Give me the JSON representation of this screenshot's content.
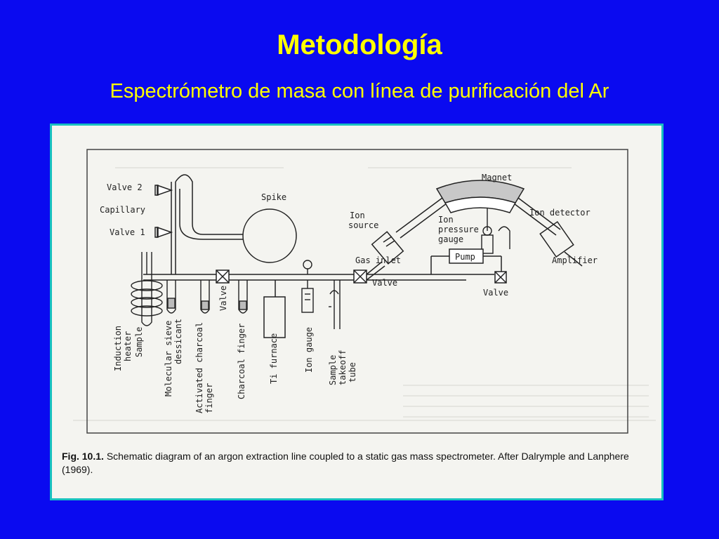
{
  "slide": {
    "title": "Metodología",
    "subtitle": "Espectrómetro de masa con línea de purificación del Ar"
  },
  "figure": {
    "caption_label": "Fig. 10.1.",
    "caption_text": "Schematic diagram of an argon extraction line coupled to a static gas mass spectrometer. After Dalrymple and Lanphere (1969).",
    "labels": {
      "valve2": "Valve 2",
      "capillary": "Capillary",
      "valve1": "Valve 1",
      "spike": "Spike",
      "magnet": "Magnet",
      "ion_source_1": "Ion",
      "ion_source_2": "source",
      "ion_pressure_1": "Ion",
      "ion_pressure_2": "pressure",
      "ion_pressure_3": "gauge",
      "ion_detector": "Ion detector",
      "pump": "Pump",
      "gas_inlet": "Gas inlet",
      "valve_inlet": "Valve",
      "valve_pump": "Valve",
      "amplifier": "Amplifier",
      "induction_heater_1": "Induction",
      "induction_heater_2": "heater",
      "sample": "Sample",
      "mol_sieve_1": "Molecular sieve",
      "mol_sieve_2": "dessicant",
      "act_charcoal_1": "Activated charcoal",
      "act_charcoal_2": "finger",
      "valve_line": "Valve",
      "charcoal_finger": "Charcoal finger",
      "ti_furnace": "Ti furnace",
      "ion_gauge": "Ion gauge",
      "sample_takeoff_1": "Sample",
      "sample_takeoff_2": "takeoff",
      "sample_takeoff_3": "tube"
    }
  }
}
